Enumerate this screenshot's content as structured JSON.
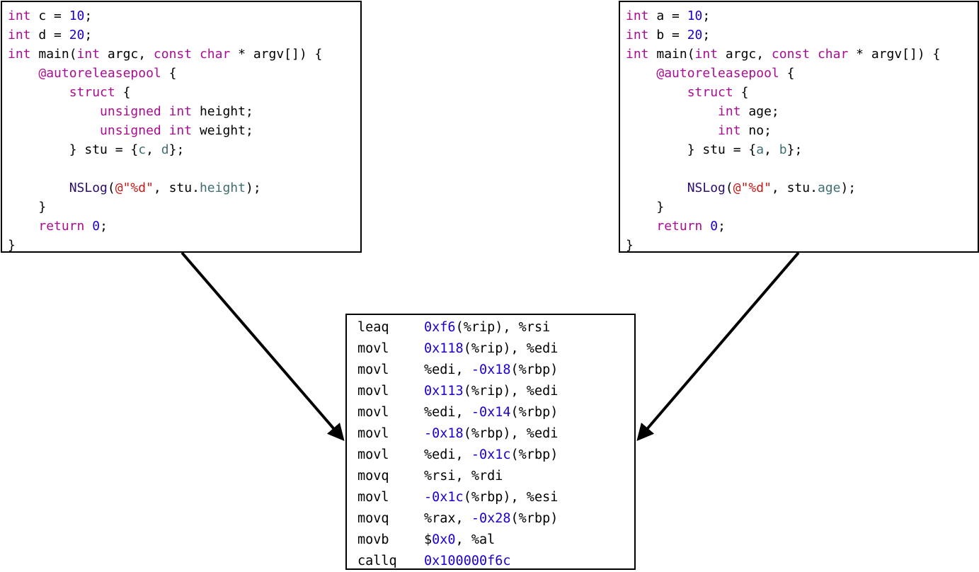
{
  "colors": {
    "keyword": "#aa0d91",
    "number": "#1c00cf",
    "string": "#c41a16",
    "identifier": "#3f6e74",
    "function": "#2e0d6e",
    "plain": "#000000"
  },
  "left_code": [
    [
      [
        "int",
        "keyword"
      ],
      [
        " c = ",
        "plain"
      ],
      [
        "10",
        "number"
      ],
      [
        ";",
        "plain"
      ]
    ],
    [
      [
        "int",
        "keyword"
      ],
      [
        " d = ",
        "plain"
      ],
      [
        "20",
        "number"
      ],
      [
        ";",
        "plain"
      ]
    ],
    [
      [
        "int",
        "keyword"
      ],
      [
        " main(",
        "plain"
      ],
      [
        "int",
        "keyword"
      ],
      [
        " argc, ",
        "plain"
      ],
      [
        "const",
        "keyword"
      ],
      [
        " ",
        "plain"
      ],
      [
        "char",
        "keyword"
      ],
      [
        " * argv[]) {",
        "plain"
      ]
    ],
    [
      [
        "    ",
        "plain"
      ],
      [
        "@autoreleasepool",
        "keyword"
      ],
      [
        " {",
        "plain"
      ]
    ],
    [
      [
        "        ",
        "plain"
      ],
      [
        "struct",
        "keyword"
      ],
      [
        " {",
        "plain"
      ]
    ],
    [
      [
        "            ",
        "plain"
      ],
      [
        "unsigned",
        "keyword"
      ],
      [
        " ",
        "plain"
      ],
      [
        "int",
        "keyword"
      ],
      [
        " height;",
        "plain"
      ]
    ],
    [
      [
        "            ",
        "plain"
      ],
      [
        "unsigned",
        "keyword"
      ],
      [
        " ",
        "plain"
      ],
      [
        "int",
        "keyword"
      ],
      [
        " weight;",
        "plain"
      ]
    ],
    [
      [
        "        } stu = {",
        "plain"
      ],
      [
        "c",
        "identifier"
      ],
      [
        ", ",
        "plain"
      ],
      [
        "d",
        "identifier"
      ],
      [
        "};",
        "plain"
      ]
    ],
    [
      [
        "",
        "plain"
      ]
    ],
    [
      [
        "        ",
        "plain"
      ],
      [
        "NSLog",
        "function"
      ],
      [
        "(",
        "plain"
      ],
      [
        "@\"%d\"",
        "string"
      ],
      [
        ", stu.",
        "plain"
      ],
      [
        "height",
        "identifier"
      ],
      [
        ");",
        "plain"
      ]
    ],
    [
      [
        "    }",
        "plain"
      ]
    ],
    [
      [
        "    ",
        "plain"
      ],
      [
        "return",
        "keyword"
      ],
      [
        " ",
        "plain"
      ],
      [
        "0",
        "number"
      ],
      [
        ";",
        "plain"
      ]
    ],
    [
      [
        "}",
        "plain"
      ]
    ]
  ],
  "right_code": [
    [
      [
        "int",
        "keyword"
      ],
      [
        " a = ",
        "plain"
      ],
      [
        "10",
        "number"
      ],
      [
        ";",
        "plain"
      ]
    ],
    [
      [
        "int",
        "keyword"
      ],
      [
        " b = ",
        "plain"
      ],
      [
        "20",
        "number"
      ],
      [
        ";",
        "plain"
      ]
    ],
    [
      [
        "int",
        "keyword"
      ],
      [
        " main(",
        "plain"
      ],
      [
        "int",
        "keyword"
      ],
      [
        " argc, ",
        "plain"
      ],
      [
        "const",
        "keyword"
      ],
      [
        " ",
        "plain"
      ],
      [
        "char",
        "keyword"
      ],
      [
        " * argv[]) {",
        "plain"
      ]
    ],
    [
      [
        "    ",
        "plain"
      ],
      [
        "@autoreleasepool",
        "keyword"
      ],
      [
        " {",
        "plain"
      ]
    ],
    [
      [
        "        ",
        "plain"
      ],
      [
        "struct",
        "keyword"
      ],
      [
        " {",
        "plain"
      ]
    ],
    [
      [
        "            ",
        "plain"
      ],
      [
        "int",
        "keyword"
      ],
      [
        " age;",
        "plain"
      ]
    ],
    [
      [
        "            ",
        "plain"
      ],
      [
        "int",
        "keyword"
      ],
      [
        " no;",
        "plain"
      ]
    ],
    [
      [
        "        } stu = {",
        "plain"
      ],
      [
        "a",
        "identifier"
      ],
      [
        ", ",
        "plain"
      ],
      [
        "b",
        "identifier"
      ],
      [
        "};",
        "plain"
      ]
    ],
    [
      [
        "",
        "plain"
      ]
    ],
    [
      [
        "        ",
        "plain"
      ],
      [
        "NSLog",
        "function"
      ],
      [
        "(",
        "plain"
      ],
      [
        "@\"%d\"",
        "string"
      ],
      [
        ", stu.",
        "plain"
      ],
      [
        "age",
        "identifier"
      ],
      [
        ");",
        "plain"
      ]
    ],
    [
      [
        "    }",
        "plain"
      ]
    ],
    [
      [
        "    ",
        "plain"
      ],
      [
        "return",
        "keyword"
      ],
      [
        " ",
        "plain"
      ],
      [
        "0",
        "number"
      ],
      [
        ";",
        "plain"
      ]
    ],
    [
      [
        "}",
        "plain"
      ]
    ]
  ],
  "assembly": [
    {
      "op": "leaq",
      "args": [
        [
          "0xf6",
          "number"
        ],
        [
          "(%rip), %rsi",
          "plain"
        ]
      ]
    },
    {
      "op": "movl",
      "args": [
        [
          "0x118",
          "number"
        ],
        [
          "(%rip), %edi",
          "plain"
        ]
      ]
    },
    {
      "op": "movl",
      "args": [
        [
          "%edi, ",
          "plain"
        ],
        [
          "-0x18",
          "number"
        ],
        [
          "(%rbp)",
          "plain"
        ]
      ]
    },
    {
      "op": "movl",
      "args": [
        [
          "0x113",
          "number"
        ],
        [
          "(%rip), %edi",
          "plain"
        ]
      ]
    },
    {
      "op": "movl",
      "args": [
        [
          "%edi, ",
          "plain"
        ],
        [
          "-0x14",
          "number"
        ],
        [
          "(%rbp)",
          "plain"
        ]
      ]
    },
    {
      "op": "movl",
      "args": [
        [
          "-0x18",
          "number"
        ],
        [
          "(%rbp), %edi",
          "plain"
        ]
      ]
    },
    {
      "op": "movl",
      "args": [
        [
          "%edi, ",
          "plain"
        ],
        [
          "-0x1c",
          "number"
        ],
        [
          "(%rbp)",
          "plain"
        ]
      ]
    },
    {
      "op": "movq",
      "args": [
        [
          "%rsi, %rdi",
          "plain"
        ]
      ]
    },
    {
      "op": "movl",
      "args": [
        [
          "-0x1c",
          "number"
        ],
        [
          "(%rbp), %esi",
          "plain"
        ]
      ]
    },
    {
      "op": "movq",
      "args": [
        [
          "%rax, ",
          "plain"
        ],
        [
          "-0x28",
          "number"
        ],
        [
          "(%rbp)",
          "plain"
        ]
      ]
    },
    {
      "op": "movb",
      "args": [
        [
          "$",
          "plain"
        ],
        [
          "0x0",
          "number"
        ],
        [
          ", %al",
          "plain"
        ]
      ]
    },
    {
      "op": "callq",
      "args": [
        [
          "0x100000f6c",
          "number"
        ]
      ]
    }
  ]
}
